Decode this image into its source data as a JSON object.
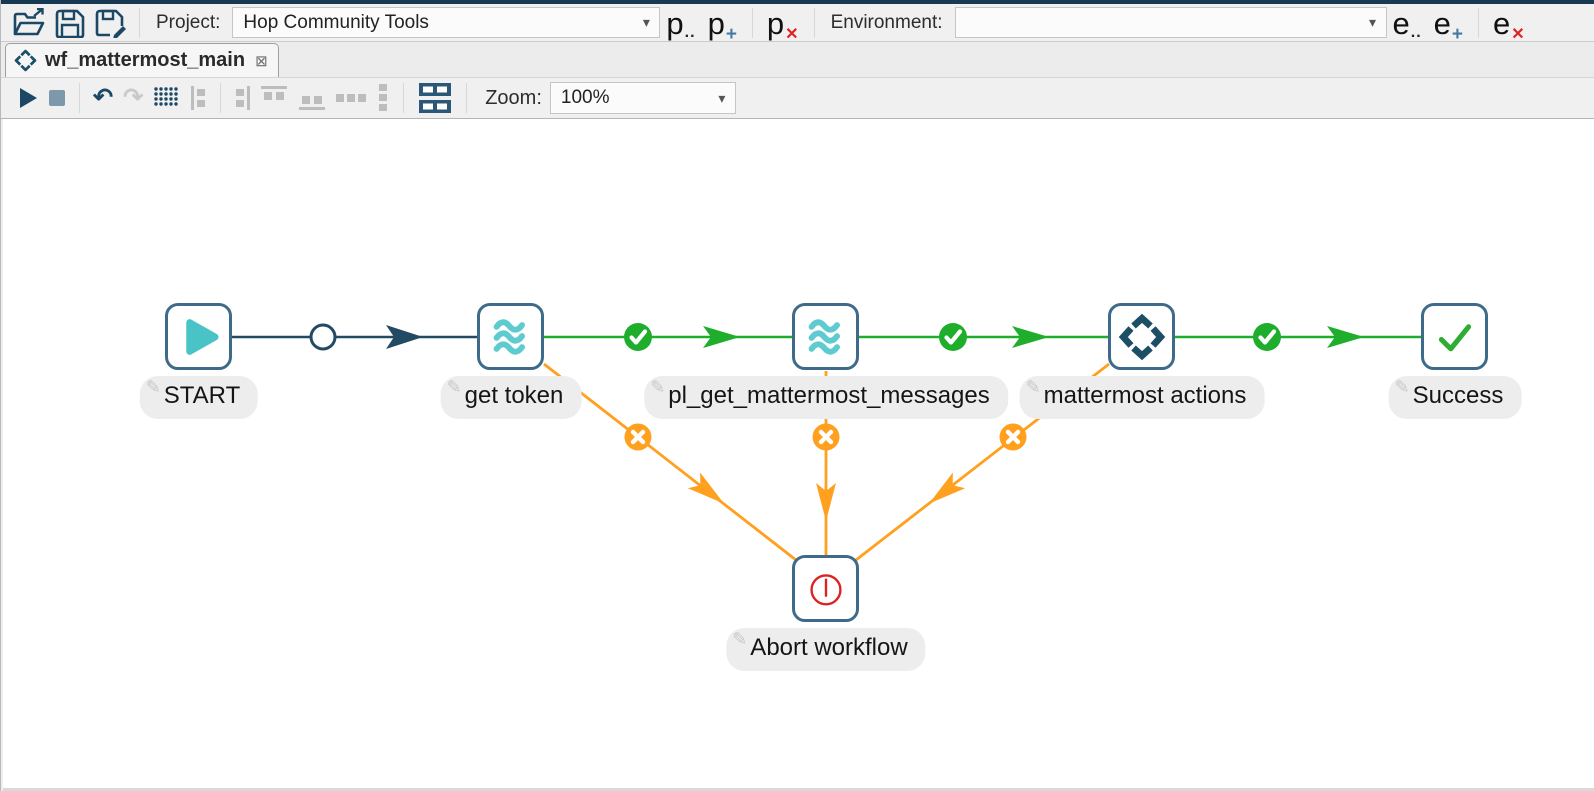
{
  "icons": {
    "dropdown_arrow": "▾",
    "close_tab": "⊠",
    "pencil": "✎",
    "undo": "↶",
    "redo": "↷"
  },
  "header": {
    "project_label": "Project:",
    "project_value": "Hop Community Tools",
    "project_buttons": [
      {
        "name": "edit-project",
        "glyph": "p",
        "modifier": ".."
      },
      {
        "name": "add-project",
        "glyph": "p",
        "modifier": "+"
      },
      {
        "name": "delete-project",
        "glyph": "p",
        "modifier": "✕"
      }
    ],
    "environment_label": "Environment:",
    "environment_value": "",
    "environment_buttons": [
      {
        "name": "edit-environment",
        "glyph": "e",
        "modifier": ".."
      },
      {
        "name": "add-environment",
        "glyph": "e",
        "modifier": "+"
      },
      {
        "name": "delete-environment",
        "glyph": "e",
        "modifier": "✕"
      }
    ]
  },
  "tab": {
    "title": "wf_mattermost_main"
  },
  "toolbar": {
    "zoom_label": "Zoom:",
    "zoom_value": "100%"
  },
  "canvas": {
    "nodes": [
      {
        "label": "START",
        "icon": "start-play-icon"
      },
      {
        "label": "get token",
        "icon": "pipeline-waves-icon"
      },
      {
        "label": "pl_get_mattermost_messages",
        "icon": "pipeline-waves-icon"
      },
      {
        "label": "mattermost actions",
        "icon": "workflow-arrows-icon"
      },
      {
        "label": "Success",
        "icon": "success-check-icon"
      },
      {
        "label": "Abort workflow",
        "icon": "abort-power-icon"
      }
    ],
    "hops": [
      {
        "from": "START",
        "to": "get token",
        "condition": "unconditional"
      },
      {
        "from": "get token",
        "to": "pl_get_mattermost_messages",
        "condition": "on-success"
      },
      {
        "from": "pl_get_mattermost_messages",
        "to": "mattermost actions",
        "condition": "on-success"
      },
      {
        "from": "mattermost actions",
        "to": "Success",
        "condition": "on-success"
      },
      {
        "from": "get token",
        "to": "Abort workflow",
        "condition": "on-failure"
      },
      {
        "from": "pl_get_mattermost_messages",
        "to": "Abort workflow",
        "condition": "on-failure"
      },
      {
        "from": "mattermost actions",
        "to": "Abort workflow",
        "condition": "on-failure"
      }
    ]
  },
  "colors": {
    "navy": "#234a63",
    "teal": "#4cc3c6",
    "green": "#1fae2b",
    "orange": "#ffa01e",
    "red": "#dd2222",
    "node_border": "#3f6b8a",
    "toolbar_bg": "#f0f0f0",
    "label_bg": "#ededed"
  }
}
